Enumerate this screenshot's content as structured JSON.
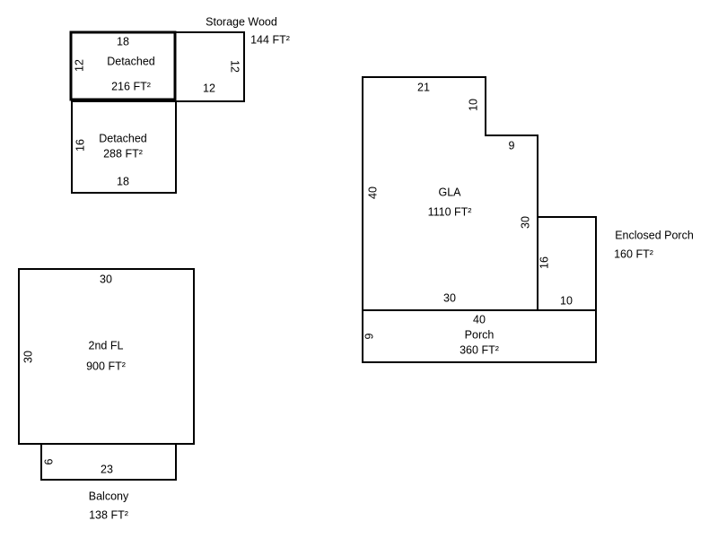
{
  "areas": {
    "detached1": {
      "name": "Detached",
      "area": "216 FT²",
      "top": "18",
      "left": "12"
    },
    "storage": {
      "name": "Storage Wood",
      "area": "144 FT²",
      "right": "12",
      "bottom": "12"
    },
    "detached2": {
      "name": "Detached",
      "area": "288 FT²",
      "left": "16",
      "bottom": "18"
    },
    "second_floor": {
      "name": "2nd FL",
      "area": "900 FT²",
      "top": "30",
      "left": "30"
    },
    "balcony": {
      "name": "Balcony",
      "area": "138 FT²",
      "left": "6",
      "bottom": "23"
    },
    "gla": {
      "name": "GLA",
      "area": "1110 FT²",
      "top": "21",
      "notch_vertical": "10",
      "notch_horizontal": "9",
      "left": "40",
      "right": "30",
      "bottom": "30"
    },
    "enclosed_porch": {
      "name": "Enclosed Porch",
      "area": "160 FT²",
      "left": "16",
      "bottom": "10"
    },
    "porch": {
      "name": "Porch",
      "area": "360 FT²",
      "top": "40",
      "left": "9"
    }
  }
}
